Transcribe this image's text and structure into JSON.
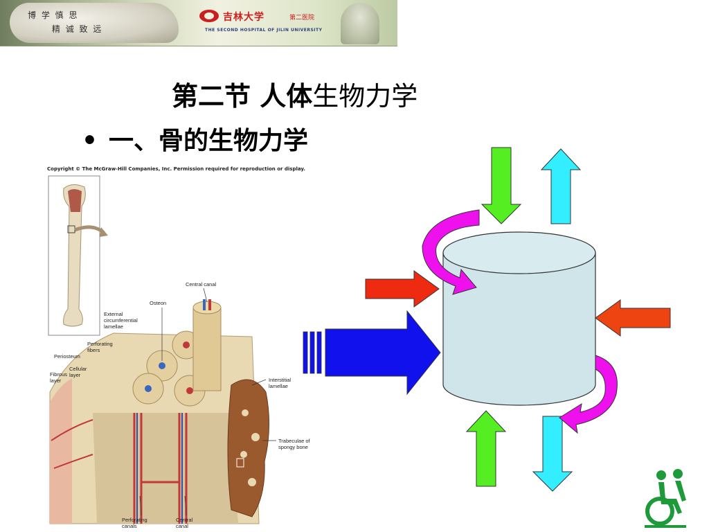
{
  "banner": {
    "motto": "博 学 慎 思\n      精 诚 致 远",
    "logo_cn": "吉林大学",
    "logo_sub": "第二医院",
    "logo_en": "THE SECOND HOSPITAL OF JILIN UNIVERSITY"
  },
  "slide": {
    "title_bold": "第二节 人体",
    "title_rest": "生物力学",
    "bullet": "一、骨的生物力学"
  },
  "figure": {
    "copyright": "Copyright © The McGraw-Hill Companies, Inc. Permission required for reproduction or display.",
    "labels": {
      "central_canal": "Central canal",
      "osteon": "Osteon",
      "external": "External\ncircumferential\nlamellae",
      "perforating_fibers": "Perforating\nfibers",
      "periosteum": "Periosteum",
      "cellular_layer": "Cellular\nlayer",
      "fibrous_layer": "Fibrous\nlayer",
      "interstitial": "Interstitial\nlamellae",
      "trabeculae": "Trabeculae of\nspongy bone",
      "perforating_canals": "Perforating\ncanals",
      "central_canal_bottom": "Central\ncanal"
    }
  },
  "colors": {
    "green": "#55ee22",
    "cyan": "#33eeff",
    "magenta": "#ee11ee",
    "red": "#ee2a11",
    "orange_red": "#ee4411",
    "blue": "#1111ee",
    "cylinder": "#cfe5ea"
  }
}
